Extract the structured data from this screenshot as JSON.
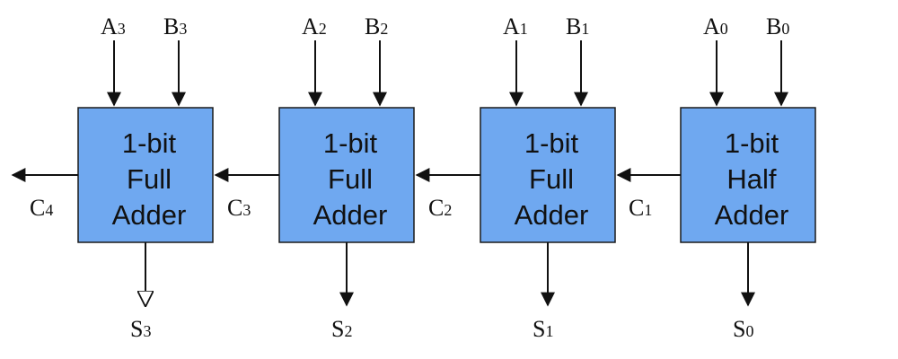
{
  "adders": [
    {
      "lines": [
        "1-bit",
        "Full",
        "Adder"
      ],
      "input_a": {
        "letter": "A",
        "sub": "3"
      },
      "input_b": {
        "letter": "B",
        "sub": "3"
      },
      "sum": {
        "letter": "S",
        "sub": "3"
      },
      "carry_out": {
        "letter": "C",
        "sub": "4"
      }
    },
    {
      "lines": [
        "1-bit",
        "Full",
        "Adder"
      ],
      "input_a": {
        "letter": "A",
        "sub": "2"
      },
      "input_b": {
        "letter": "B",
        "sub": "2"
      },
      "sum": {
        "letter": "S",
        "sub": "2"
      },
      "carry_out": {
        "letter": "C",
        "sub": "3"
      }
    },
    {
      "lines": [
        "1-bit",
        "Full",
        "Adder"
      ],
      "input_a": {
        "letter": "A",
        "sub": "1"
      },
      "input_b": {
        "letter": "B",
        "sub": "1"
      },
      "sum": {
        "letter": "S",
        "sub": "1"
      },
      "carry_out": {
        "letter": "C",
        "sub": "2"
      }
    },
    {
      "lines": [
        "1-bit",
        "Half",
        "Adder"
      ],
      "input_a": {
        "letter": "A",
        "sub": "0"
      },
      "input_b": {
        "letter": "B",
        "sub": "0"
      },
      "sum": {
        "letter": "S",
        "sub": "0"
      },
      "carry_out": {
        "letter": "C",
        "sub": "1"
      }
    }
  ],
  "colors": {
    "block_fill": "#6fa8f0",
    "stroke": "#111111",
    "background": "#ffffff"
  }
}
